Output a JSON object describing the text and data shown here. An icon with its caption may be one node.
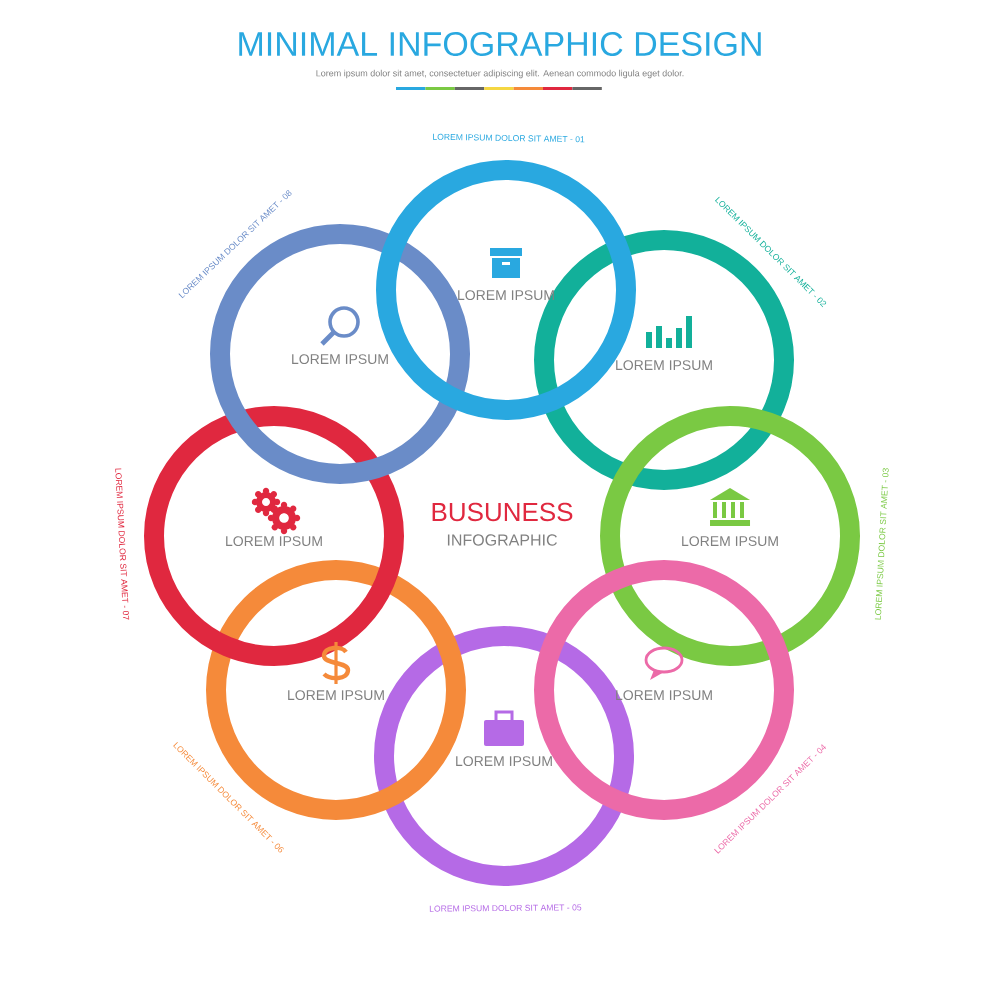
{
  "diagram": {
    "title": "MINIMAL INFOGRAPHIC DESIGN",
    "nodes": [
      {
        "text": [
          "LOREM IPSUM"
        ],
        "beside": [
          "LOREM IPSUM DOLOR SIT AMET - 01"
        ]
      },
      {
        "text": [
          "LOREM IPSUM"
        ],
        "beside": [
          "LOREM IPSUM DOLOR SIT AMET - 02"
        ]
      },
      {
        "text": [
          "LOREM IPSUM"
        ],
        "beside": [
          "LOREM IPSUM DOLOR SIT AMET - 03"
        ]
      },
      {
        "text": [
          "LOREM IPSUM"
        ],
        "beside": [
          "LOREM IPSUM DOLOR SIT AMET - 04"
        ]
      },
      {
        "text": [
          "LOREM IPSUM"
        ],
        "beside": [
          "LOREM IPSUM DOLOR SIT AMET - 05"
        ]
      },
      {
        "text": [
          "LOREM IPSUM"
        ],
        "beside": [
          "LOREM IPSUM DOLOR SIT AMET - 06"
        ]
      },
      {
        "text": [
          "LOREM IPSUM"
        ],
        "beside": [
          "LOREM IPSUM DOLOR SIT AMET - 07"
        ]
      },
      {
        "text": [
          "LOREM IPSUM"
        ],
        "beside": [
          "LOREM IPSUM DOLOR SIT AMET - 08"
        ]
      }
    ],
    "labels": [
      "Lorem ipsum dolor sit amet, consectetuer adipiscing elit. Aenean commodo ligula eget dolor.",
      "BUSUNESS",
      "INFOGRAPHIC"
    ]
  }
}
